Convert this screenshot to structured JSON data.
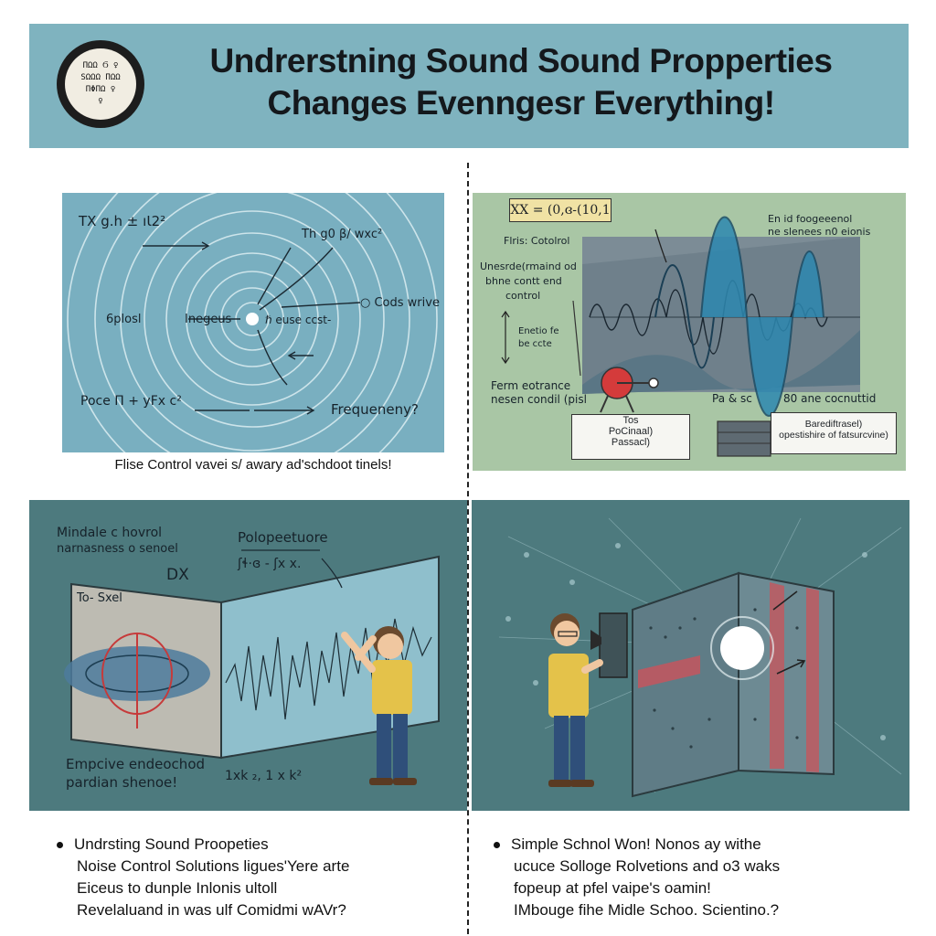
{
  "header": {
    "logo_lines": [
      "ΠΩΩ Ϭ ♀",
      "SΩΩΩ ΠΩΩ",
      "ΠΦΠΩ ♀",
      "♀"
    ],
    "title_line1": "Undrerstning Sound Sound Propperties",
    "title_line2": "Changes Evenngesr Everything!"
  },
  "panel1": {
    "labels": {
      "tl": "TX g.h ± ıƖ2²",
      "tr": "Th g0 β/ wxc²",
      "waves": "○ Cods wrive",
      "left": "6plosl",
      "mid1": "Inegeus",
      "mid2": "ℏ euse ccst-",
      "bl": "Poce Π + yFx c²",
      "br": "Frequeneny?"
    },
    "caption": "Flise Control vavei s/ awary ad'schdoot tinels!"
  },
  "panel2": {
    "formula": "XX = (0,ɞ-(10,1",
    "tr_note_1": "En id foogeeenol",
    "tr_note_2": "ne slenees n0 eionis",
    "left_1": "Flris: Cotolrol",
    "left_2": "Unesrde(rmaind od",
    "left_3": "bhne contt end",
    "left_4": "control",
    "axis_1": "Enetio fe",
    "axis_2": "be ccte",
    "bottom_1": "Ferm eotrance",
    "bottom_2": "nesen condil (pisl",
    "b_mid_1": "Pa & sc",
    "b_mid_2": "80 ane cocnuttid",
    "box1_1": "Tos",
    "box1_2": "PoCinaal)",
    "box1_3": "Passacl)",
    "box2_1": "Barediftrasel)",
    "box2_2": "opestishire of fatsurcvine)"
  },
  "panel3": {
    "tl_1": "Mindale c hovrol",
    "tl_2": "narnasness o senoel",
    "top_label": "Polopeetuore",
    "formula": "ʃɬ·ɞ - ʃx x.",
    "dx": "DX",
    "side": "To- Sxel",
    "bl_1": "Empcive endeochod",
    "bl_2": "pardian shenoe!",
    "bottom_formula": "1xk ₂, 1 x k²"
  },
  "bullets_left": {
    "line1": "Undrsting Sound Proopeties",
    "line2": "Noise Control Solutions ligues'Yere arte",
    "line3": "Eiceus to dunple Inlonis ultoll",
    "line4": "Revelaluand in was ulf Comidmi wAVr?"
  },
  "bullets_right": {
    "line1": "Simple Schnol Won! Nonos ay withe",
    "line2": "ucuce Solloge Rolvetions and o3 waks",
    "line3": "fopeup at pfel vaipe's oamin!",
    "line4": "IMbouge fihe Midle Schoo. Scientino.?"
  },
  "colors": {
    "header_bg": "#7fb3bf",
    "panel1_bg": "#79afc0",
    "panel2_bg": "#a9c6a5",
    "panel34_bg": "#4d7a7e",
    "shirt": "#e4c24a",
    "pants": "#2f4f7a"
  }
}
